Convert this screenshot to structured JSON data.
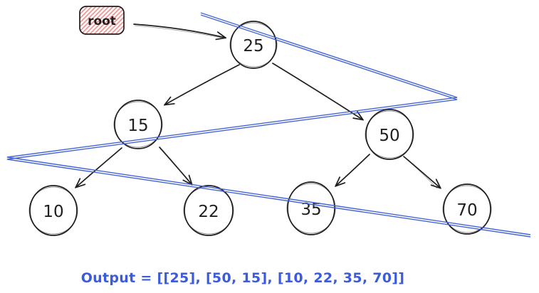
{
  "diagram": {
    "type": "binary-tree-zigzag-level-order",
    "root_box": {
      "label": "root"
    },
    "nodes": [
      {
        "label": "25"
      },
      {
        "label": "15"
      },
      {
        "label": "50"
      },
      {
        "label": "10"
      },
      {
        "label": "22"
      },
      {
        "label": "35"
      },
      {
        "label": "70"
      }
    ],
    "edges": [
      {
        "from": "root",
        "to": "25"
      },
      {
        "from": "25",
        "to": "15"
      },
      {
        "from": "25",
        "to": "50"
      },
      {
        "from": "15",
        "to": "10"
      },
      {
        "from": "15",
        "to": "22"
      },
      {
        "from": "50",
        "to": "35"
      },
      {
        "from": "50",
        "to": "70"
      }
    ],
    "traversal": {
      "description": "zigzag sweep line through levels",
      "visits": [
        "25",
        "50, 15",
        "10, 22, 35, 70"
      ]
    },
    "output": {
      "text": "Output = [[25], [50, 15], [10, 22, 35, 70]]"
    },
    "colors": {
      "ink": "#1e1e1e",
      "traversal_blue": "#4565d6",
      "output_blue": "#3b5bdb",
      "hatch_red": "#ee8e8e",
      "node_fill": "#ffffff"
    }
  }
}
